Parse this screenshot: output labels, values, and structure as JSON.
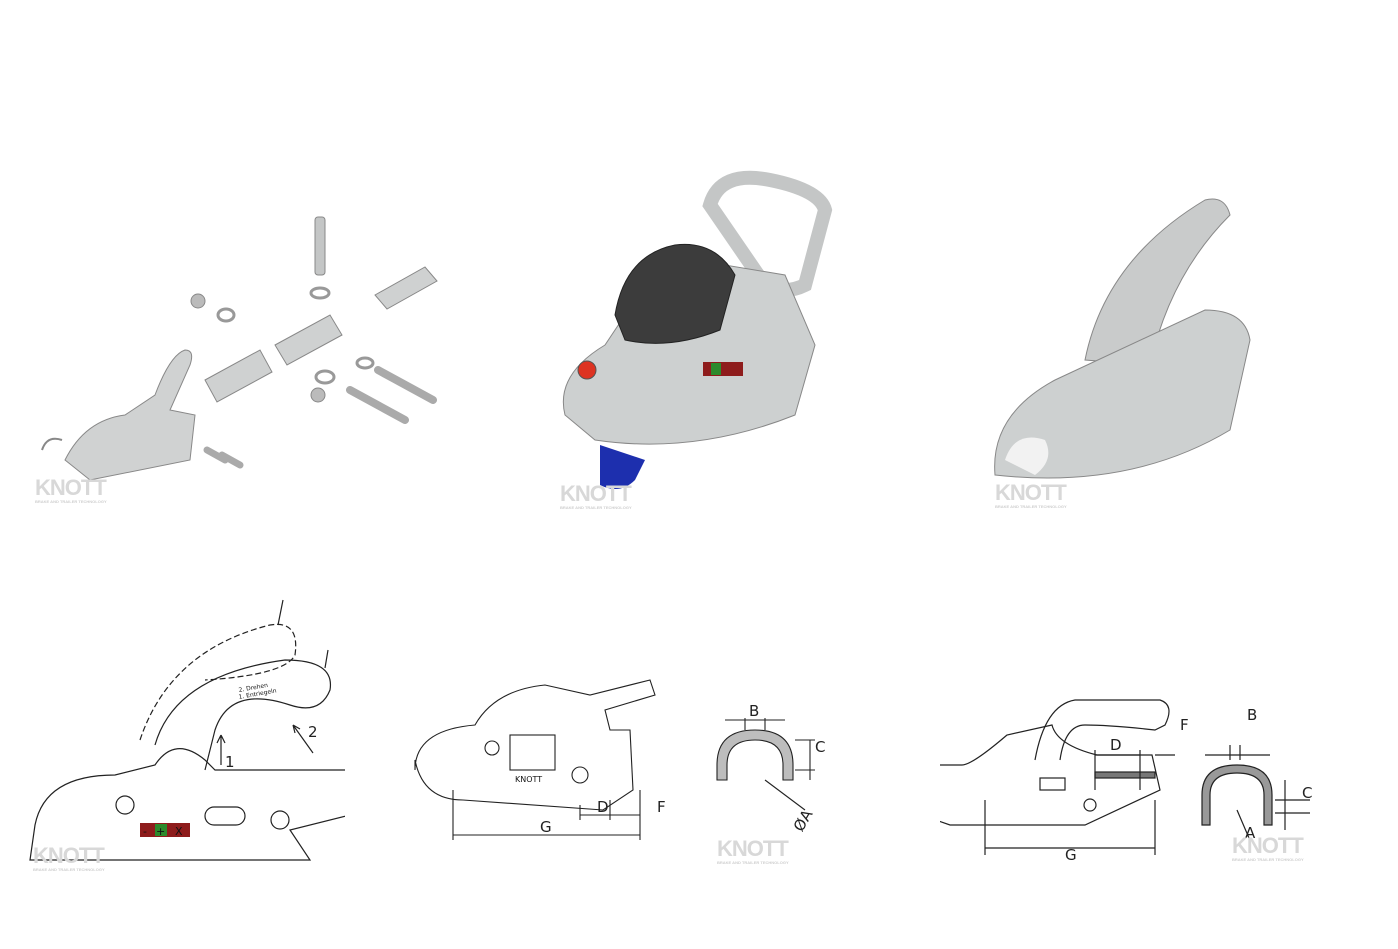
{
  "watermark": {
    "brand": "KNOTT",
    "tagline": "BRAKE AND TRAILER TECHNOLOGY"
  },
  "panels": {
    "exploded_view": {
      "title": ""
    },
    "operating_drawing": {
      "handle_text_line1": "2. Drehen",
      "handle_text_line2": "1. Entriegeln",
      "step1": "1",
      "step2": "2",
      "indicator": {
        "minus": "-",
        "plus": "+",
        "x": "X"
      }
    },
    "dimension_drawing_middle": {
      "labels": {
        "G": "G",
        "D": "D",
        "F": "F",
        "B": "B",
        "C": "C",
        "A": "ØA"
      }
    },
    "dimension_drawing_right": {
      "labels": {
        "G": "G",
        "D": "D",
        "F": "F",
        "B": "B",
        "C": "C",
        "A": "A"
      }
    }
  },
  "colors": {
    "metal": "#c9cbcb",
    "metal_dark": "#8f9393",
    "cover": "#3a3a3a",
    "indicator_red": "#8e1c1c",
    "indicator_green": "#2c8a2c",
    "pin_blue": "#1d2fae"
  }
}
